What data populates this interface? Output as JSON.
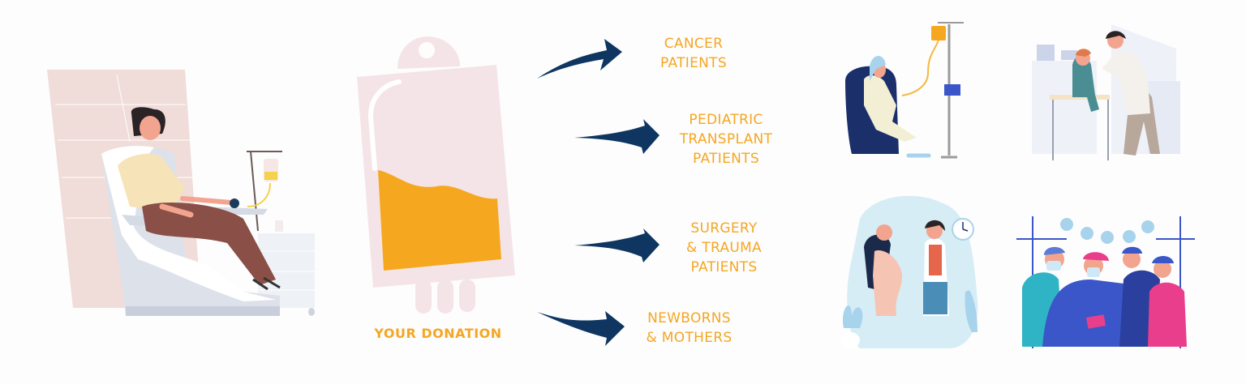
{
  "colors": {
    "background": "#fdfdfd",
    "label_orange": "#f5a623",
    "arrow_navy": "#0e3661",
    "bag_pink": "#f5e4e7",
    "blood_fill": "#f5a81f"
  },
  "donor": {
    "illustration": "woman-donating-blood-in-chair"
  },
  "donation_bag": {
    "label": "YOUR DONATION",
    "illustration": "blood-bag-icon"
  },
  "recipients": [
    {
      "lines": [
        "CANCER",
        "PATIENTS"
      ],
      "illustration": "chemotherapy-patient"
    },
    {
      "lines": [
        "PEDIATRIC",
        "TRANSPLANT",
        "PATIENTS"
      ],
      "illustration": "doctor-examining-child"
    },
    {
      "lines": [
        "SURGERY",
        "& TRAUMA",
        "PATIENTS"
      ],
      "illustration": "surgical-team"
    },
    {
      "lines": [
        "NEWBORNS",
        "& MOTHERS"
      ],
      "illustration": "pregnant-woman-with-doctor"
    }
  ]
}
